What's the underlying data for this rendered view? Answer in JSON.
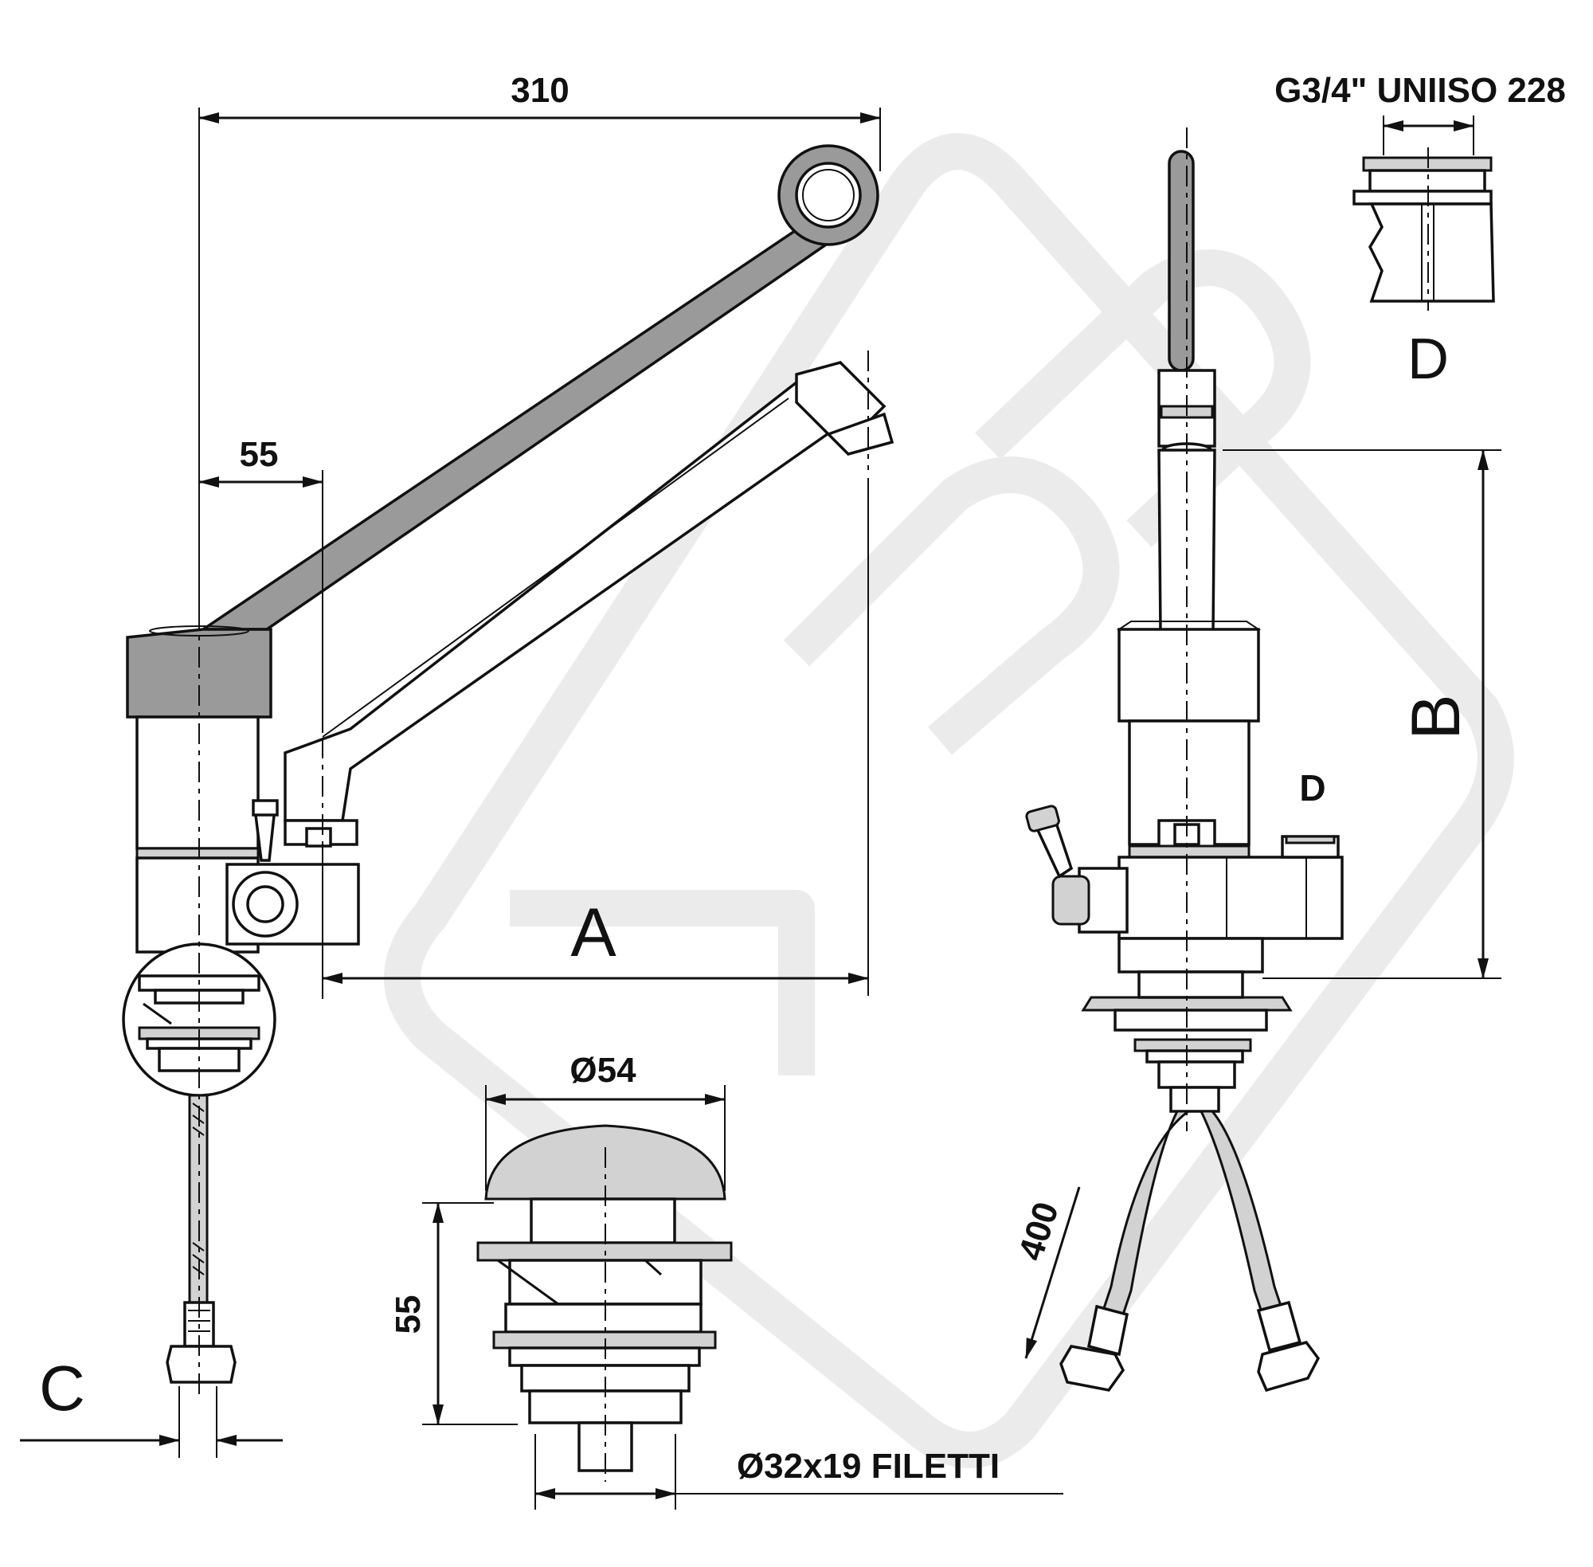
{
  "labels": {
    "dim_310": "310",
    "dim_55_top": "55",
    "label_A": "A",
    "label_B": "B",
    "label_C": "C",
    "label_D_top": "D",
    "label_D_side": "D",
    "thread_spec": "G3/4\" UNIISO 228",
    "dim_diameter_54": "Ø54",
    "dim_55_waste": "55",
    "thread_waste": "Ø32x19 FILETTI",
    "dim_400": "400"
  },
  "watermark": "GPP",
  "colors": {
    "line": "#111111",
    "handle_fill": "#9a9a9a",
    "light_fill": "#d2d2d2",
    "watermark": "#ebebeb"
  }
}
